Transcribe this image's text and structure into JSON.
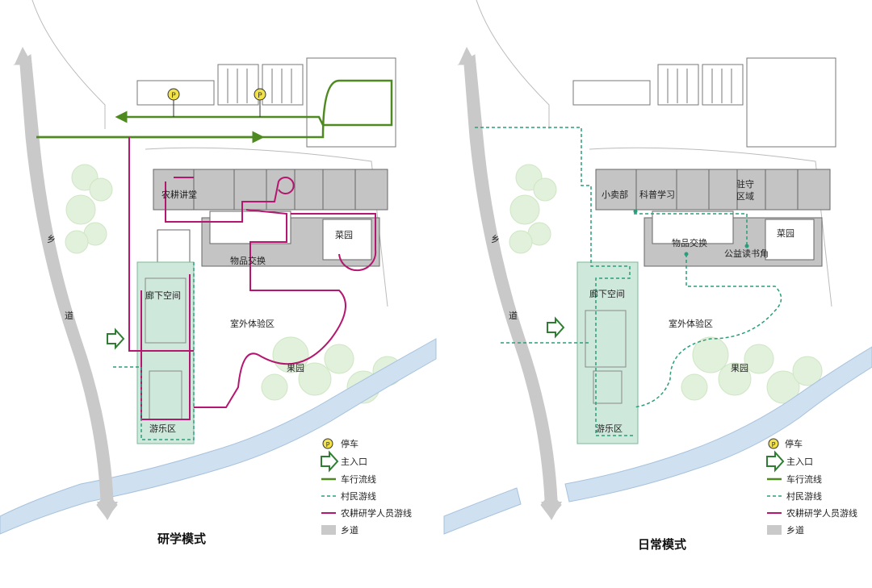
{
  "panels": [
    {
      "title": "研学模式",
      "labels": {
        "road_left": "乡",
        "road_right": "道",
        "room_a": "农耕讲堂",
        "room_b": "物品交换",
        "room_c": "菜园",
        "zone_corridor": "廊下空间",
        "zone_outdoor": "室外体验区",
        "zone_orchard": "果园",
        "zone_play": "游乐区"
      }
    },
    {
      "title": "日常模式",
      "labels": {
        "road_left": "乡",
        "road_right": "道",
        "room_a": "小卖部",
        "room_a2": "科普学习",
        "room_a3": "驻守",
        "room_a4": "区域",
        "room_b": "物品交换",
        "room_b2": "公益读书角",
        "room_c": "菜园",
        "zone_corridor": "廊下空间",
        "zone_outdoor": "室外体验区",
        "zone_orchard": "果园",
        "zone_play": "游乐区"
      }
    }
  ],
  "legend": {
    "parking": "停车",
    "entrance": "主入口",
    "vehicle": "车行流线",
    "villager": "村民游线",
    "research": "农耕研学人员游线",
    "road": "乡道",
    "parking_symbol": "P"
  },
  "colors": {
    "vehicle": "#4e8a1f",
    "villager": "#2a9d7a",
    "research": "#b5166f",
    "road": "#c9c9c9",
    "building": "#c4c4c4",
    "corridor": "#cfe8dc",
    "river": "#cfe0f0",
    "tree": "#e2f1dc",
    "parking": "#f2e24a"
  }
}
